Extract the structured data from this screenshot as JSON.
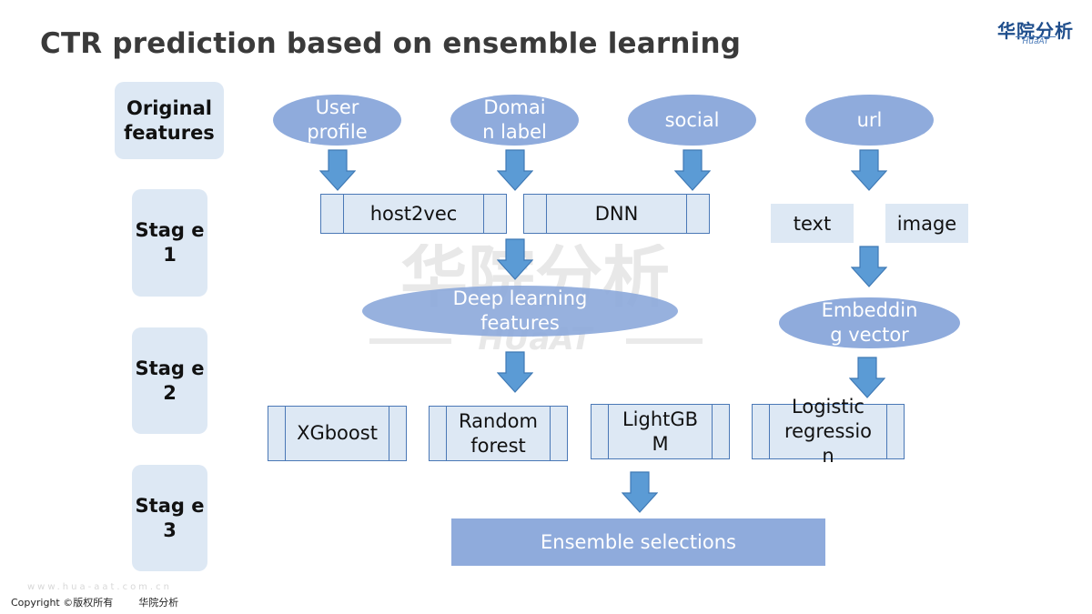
{
  "title": "CTR prediction based on ensemble learning",
  "logo": {
    "cn": "华院分析",
    "en": "HuaAT"
  },
  "watermark": {
    "cn": "华院分析",
    "en": "HUaAT"
  },
  "stages": [
    "Original features",
    "Stag e 1",
    "Stag e 2",
    "Stag e 3"
  ],
  "features": [
    "User profile",
    "Domai n label",
    "social",
    "url"
  ],
  "stage1": {
    "host2vec": "host2vec",
    "dnn": "DNN",
    "text": "text",
    "image": "image"
  },
  "intermediate": {
    "deep_learning": "Deep learning features",
    "embedding": "Embeddin g vector"
  },
  "models": [
    "XGboost",
    "Random forest",
    "LightGB M",
    "Logistic regressio n"
  ],
  "ensemble": "Ensemble selections",
  "footer": {
    "copyright": "Copyright ©版权所有",
    "brand": "华院分析",
    "url": "www.hua-aat.com.cn"
  },
  "colors": {
    "ellipse": "#8fabdc",
    "box": "#dde8f4",
    "arrow": "#5b9bd5",
    "border": "#4a78b6"
  }
}
